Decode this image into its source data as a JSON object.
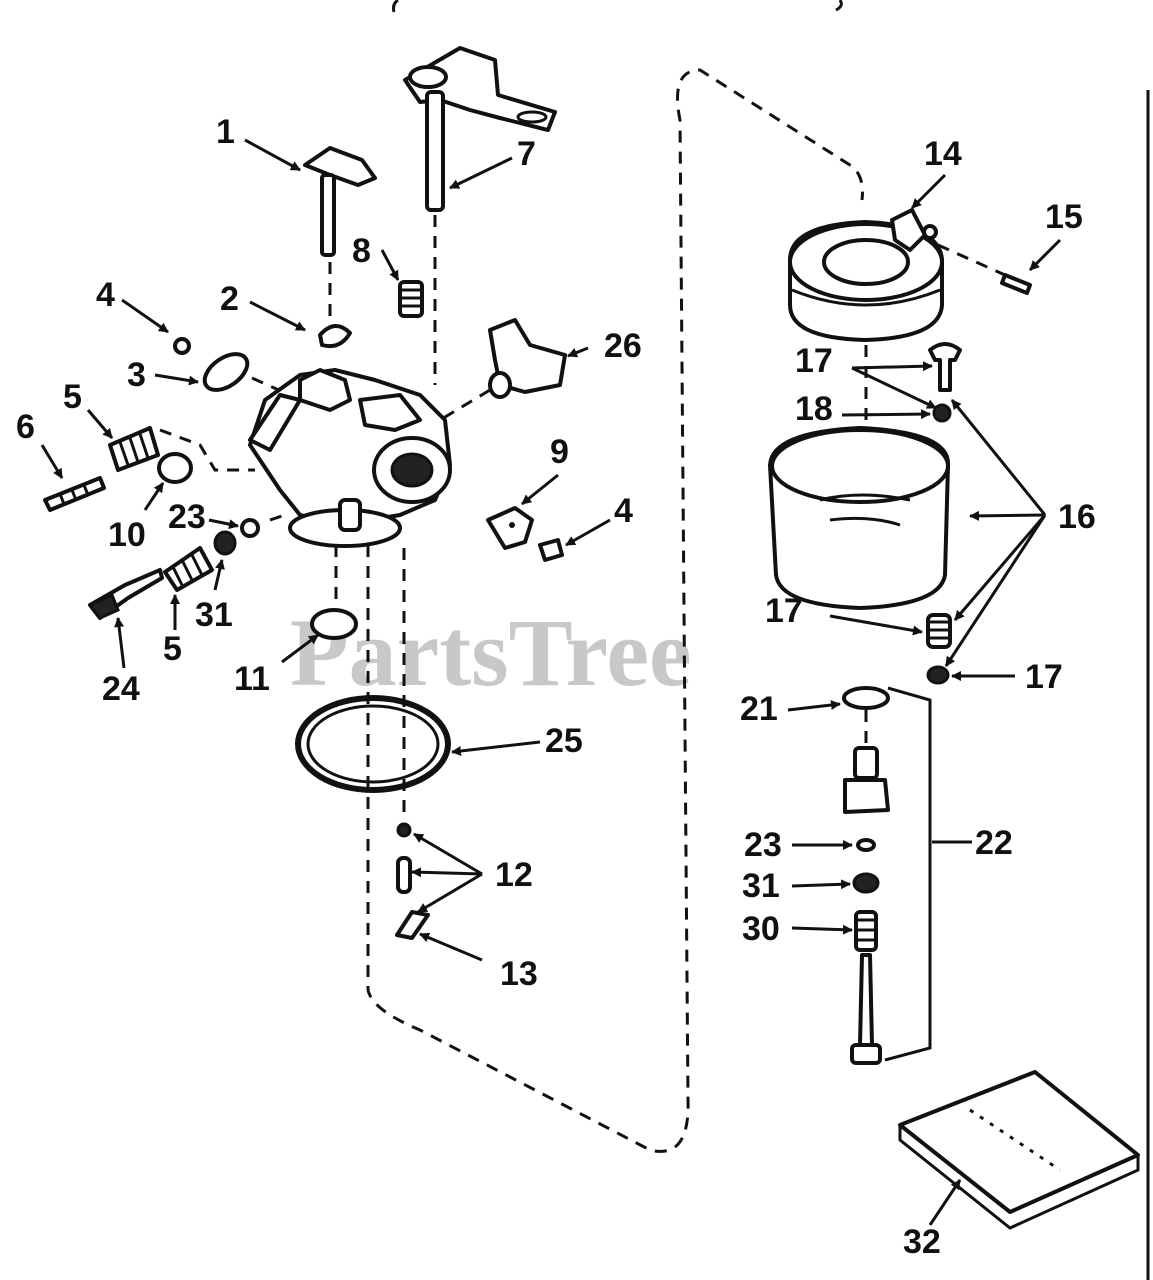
{
  "watermark": {
    "text": "PartsTree",
    "trademark": "™"
  },
  "callouts": [
    {
      "id": "c1",
      "label": "1"
    },
    {
      "id": "c2",
      "label": "2"
    },
    {
      "id": "c3",
      "label": "3"
    },
    {
      "id": "c4a",
      "label": "4"
    },
    {
      "id": "c4b",
      "label": "4"
    },
    {
      "id": "c5a",
      "label": "5"
    },
    {
      "id": "c5b",
      "label": "5"
    },
    {
      "id": "c6",
      "label": "6"
    },
    {
      "id": "c7",
      "label": "7"
    },
    {
      "id": "c8",
      "label": "8"
    },
    {
      "id": "c9",
      "label": "9"
    },
    {
      "id": "c10",
      "label": "10"
    },
    {
      "id": "c11",
      "label": "11"
    },
    {
      "id": "c12",
      "label": "12"
    },
    {
      "id": "c13",
      "label": "13"
    },
    {
      "id": "c14",
      "label": "14"
    },
    {
      "id": "c15",
      "label": "15"
    },
    {
      "id": "c16",
      "label": "16"
    },
    {
      "id": "c17a",
      "label": "17"
    },
    {
      "id": "c17b",
      "label": "17"
    },
    {
      "id": "c17c",
      "label": "17"
    },
    {
      "id": "c18",
      "label": "18"
    },
    {
      "id": "c21",
      "label": "21"
    },
    {
      "id": "c22",
      "label": "22"
    },
    {
      "id": "c23a",
      "label": "23"
    },
    {
      "id": "c23b",
      "label": "23"
    },
    {
      "id": "c24",
      "label": "24"
    },
    {
      "id": "c25",
      "label": "25"
    },
    {
      "id": "c26",
      "label": "26"
    },
    {
      "id": "c30",
      "label": "30"
    },
    {
      "id": "c31a",
      "label": "31"
    },
    {
      "id": "c31b",
      "label": "31"
    },
    {
      "id": "c32",
      "label": "32"
    }
  ]
}
